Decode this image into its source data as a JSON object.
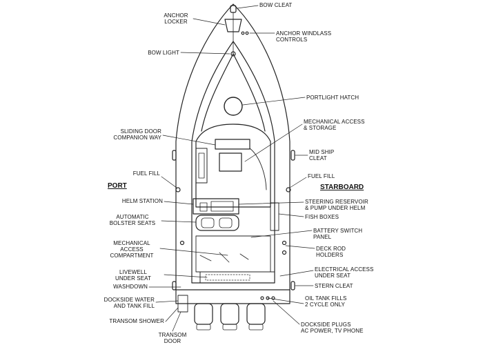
{
  "labels": {
    "bow_cleat": "BOW CLEAT",
    "anchor_locker": "ANCHOR\nLOCKER",
    "anchor_windlass": "ANCHOR WINDLASS\nCONTROLS",
    "bow_light": "BOW LIGHT",
    "portlight_hatch": "PORTLIGHT HATCH",
    "mechanical_access_storage": "MECHANICAL ACCESS\n& STORAGE",
    "sliding_door": "SLIDING DOOR\nCOMPANION WAY",
    "mid_ship_cleat": "MID SHIP\nCLEAT",
    "fuel_fill_port": "FUEL FILL",
    "fuel_fill_starboard": "FUEL FILL",
    "helm_station": "HELM STATION",
    "steering_reservoir": "STEERING RESERVOIR\n& PUMP UNDER HELM",
    "automatic_bolster": "AUTOMATIC\nBOLSTER SEATS",
    "fish_boxes": "FISH BOXES",
    "battery_switch": "BATTERY SWITCH\nPANEL",
    "mechanical_access_compartment": "MECHANICAL\nACCESS\nCOMPARTMENT",
    "rod_holders": "DECK ROD\nHOLDERS",
    "livewell": "LIVEWELL\nUNDER SEAT",
    "electrical_access": "ELECTRICAL ACCESS\nUNDER SEAT",
    "washdown": "WASHDOWN",
    "stern_cleat": "STERN CLEAT",
    "dockside_water": "DOCKSIDE WATER\nAND TANK FILL",
    "oil_tank_fills": "OIL TANK FILLS\n2 CYCLE ONLY",
    "transom_shower": "TRANSOM SHOWER",
    "dockside_plugs": "DOCKSIDE PLUGS\nAC POWER, TV PHONE",
    "transom_door": "TRANSOM\nDOOR"
  },
  "sides": {
    "port": "PORT",
    "starboard": "STARBOARD"
  }
}
